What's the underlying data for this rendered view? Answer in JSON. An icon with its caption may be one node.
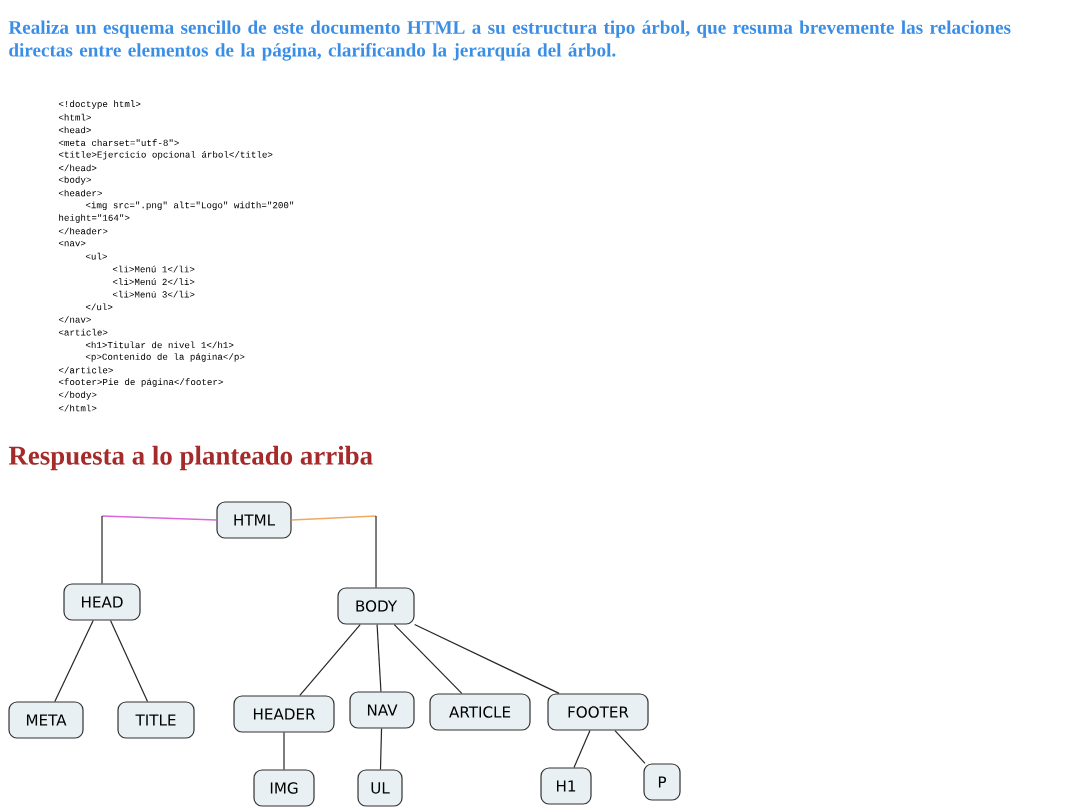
{
  "diagram": {
    "title": "Realiza un esquema sencillo de este documento HTML a su estructura tipo árbol, que resuma brevemente las relaciones directas entre elementos de la página, clarificando la jerarquía del árbol.",
    "nodes": [
      {
        "text": [
          "HTML"
        ]
      },
      {
        "text": [
          "HEAD"
        ]
      },
      {
        "text": [
          "BODY"
        ]
      },
      {
        "text": [
          "META"
        ]
      },
      {
        "text": [
          "TITLE"
        ]
      },
      {
        "text": [
          "HEADER"
        ]
      },
      {
        "text": [
          "NAV"
        ]
      },
      {
        "text": [
          "ARTICLE"
        ]
      },
      {
        "text": [
          "FOOTER"
        ]
      },
      {
        "text": [
          "H1"
        ]
      },
      {
        "text": [
          "P"
        ]
      },
      {
        "text": [
          "IMG"
        ]
      },
      {
        "text": [
          "UL"
        ]
      }
    ],
    "edges": [
      {
        "from": 0,
        "to": 1,
        "arrow": "none",
        "color": "#dd66dd"
      },
      {
        "from": 0,
        "to": 2,
        "arrow": "none",
        "color": "#f0a860"
      },
      {
        "from": 1,
        "to": 3,
        "arrow": "none"
      },
      {
        "from": 1,
        "to": 4,
        "arrow": "none"
      },
      {
        "from": 2,
        "to": 5,
        "arrow": "none"
      },
      {
        "from": 2,
        "to": 6,
        "arrow": "none"
      },
      {
        "from": 2,
        "to": 7,
        "arrow": "none"
      },
      {
        "from": 2,
        "to": 8,
        "arrow": "none"
      },
      {
        "from": 8,
        "to": 9,
        "arrow": "none"
      },
      {
        "from": 8,
        "to": 10,
        "arrow": "none"
      },
      {
        "from": 5,
        "to": 11,
        "arrow": "none"
      },
      {
        "from": 6,
        "to": 12,
        "arrow": "none"
      }
    ],
    "labels": [
      "<!doctype html>",
      "<html>",
      "<head>",
      "<meta charset=\"utf-8\">",
      "<title>Ejercicio opcional árbol</title>",
      "</head>",
      "<body>",
      "<header>",
      "<img src=\".png\" alt=\"Logo\" width=\"200\"",
      "height=\"164\">",
      "</header>",
      "<nav>",
      "<ul>",
      "<li>Menú 1</li>",
      "<li>Menú 2</li>",
      "<li>Menú 3</li>",
      "</ul>",
      "</nav>",
      "<article>",
      "<h1>Titular de nivel 1</h1>",
      "<p>Contenido de la página</p>",
      "</article>",
      "<footer>Pie de página</footer>",
      "</body>",
      "</html>",
      "Respuesta a lo planteado arriba"
    ]
  }
}
